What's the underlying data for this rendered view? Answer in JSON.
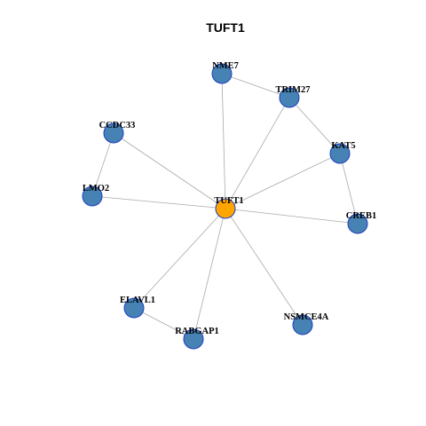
{
  "title": "TUFT1",
  "colors": {
    "center_node": "#FFA500",
    "node": "#4682B4",
    "node_border": "#1F3FBF",
    "edge": "#AAAAAA"
  },
  "network": {
    "center": "TUFT1",
    "nodes": [
      "TUFT1",
      "NME7",
      "TRIM27",
      "CCDC33",
      "KAT5",
      "LMO2",
      "CREB1",
      "ELAVL1",
      "RABGAP1",
      "NSMCE4A"
    ],
    "edges": [
      [
        "TUFT1",
        "NME7"
      ],
      [
        "TUFT1",
        "TRIM27"
      ],
      [
        "TUFT1",
        "CCDC33"
      ],
      [
        "TUFT1",
        "KAT5"
      ],
      [
        "TUFT1",
        "LMO2"
      ],
      [
        "TUFT1",
        "CREB1"
      ],
      [
        "TUFT1",
        "ELAVL1"
      ],
      [
        "TUFT1",
        "RABGAP1"
      ],
      [
        "TUFT1",
        "NSMCE4A"
      ],
      [
        "NME7",
        "TRIM27"
      ],
      [
        "TRIM27",
        "KAT5"
      ],
      [
        "KAT5",
        "CREB1"
      ],
      [
        "CCDC33",
        "LMO2"
      ],
      [
        "ELAVL1",
        "RABGAP1"
      ]
    ]
  }
}
